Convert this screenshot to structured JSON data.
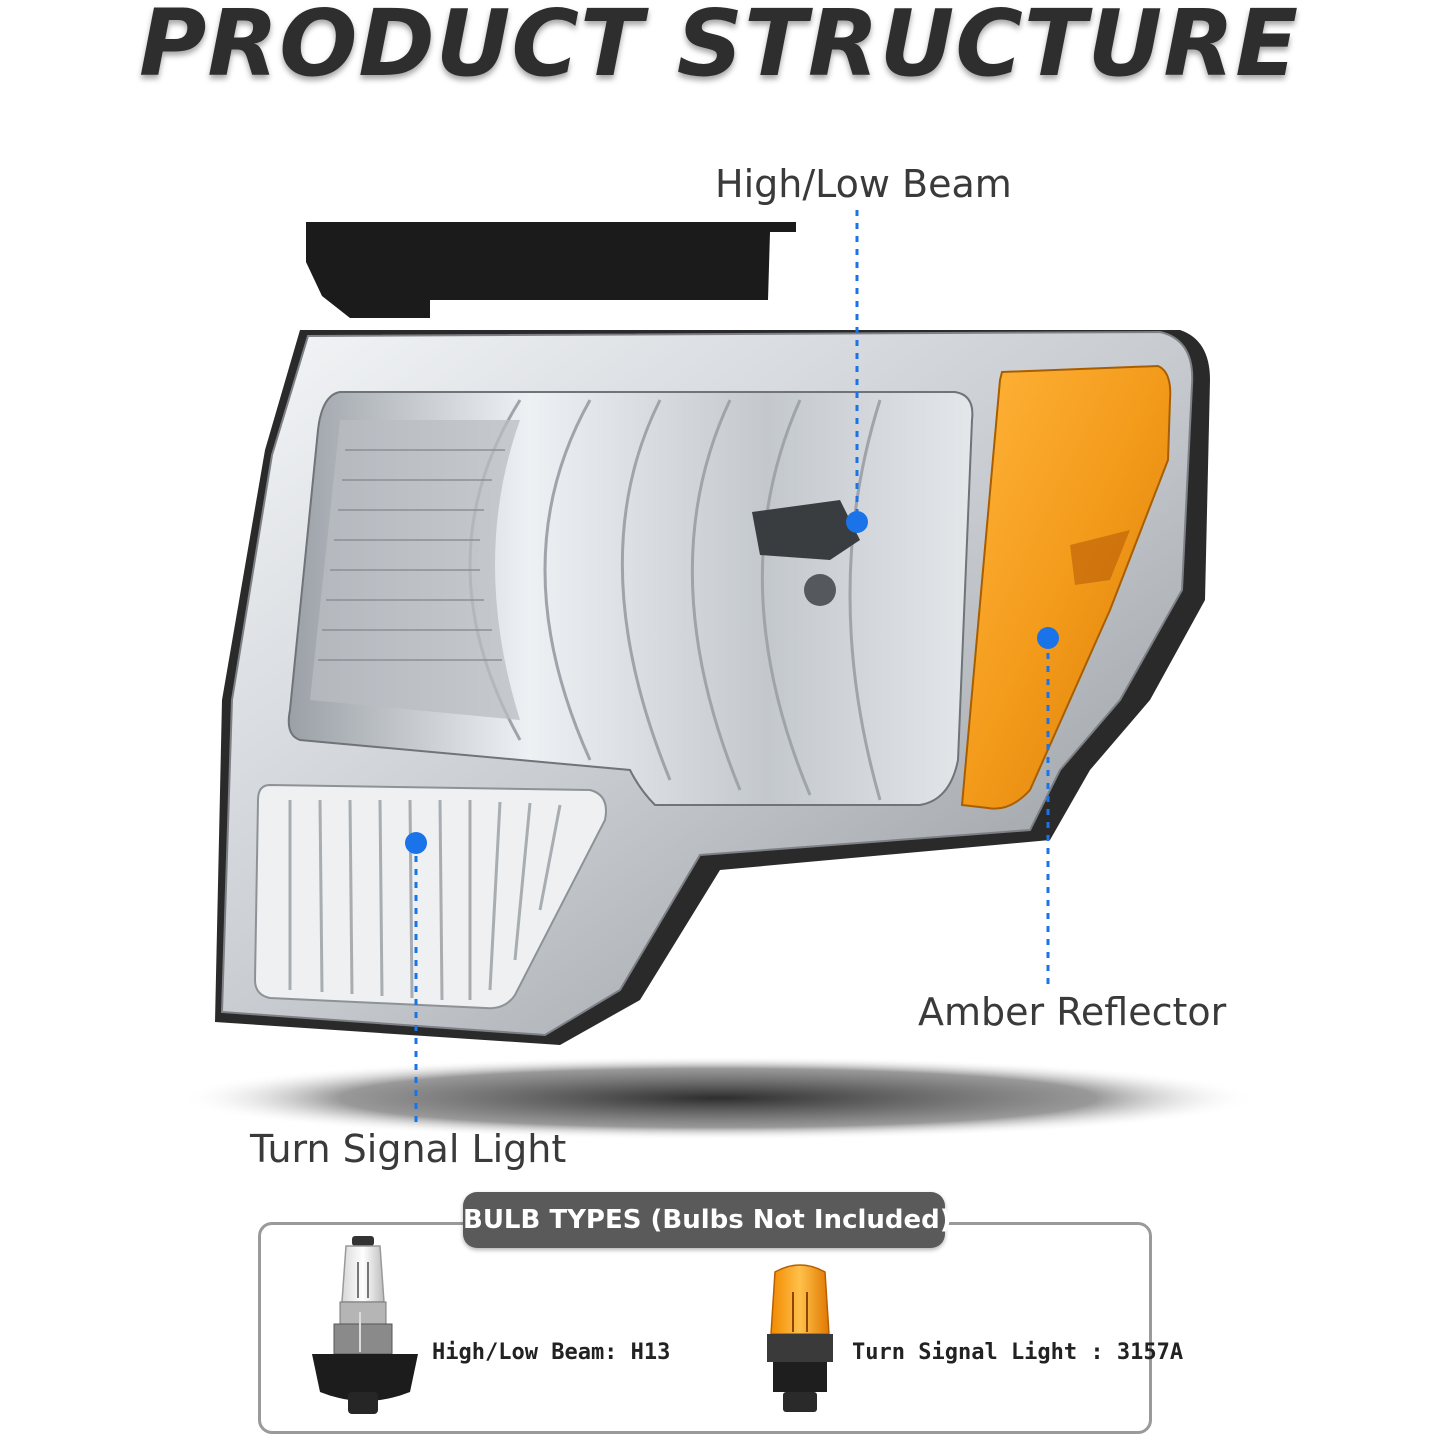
{
  "title": "PRODUCT STRUCTURE",
  "callouts": {
    "high_low_beam": "High/Low Beam",
    "amber_reflector": "Amber Reflector",
    "turn_signal": "Turn Signal Light"
  },
  "bulb_types": {
    "header": "BULB TYPES (Bulbs Not Included)",
    "items": [
      {
        "label": "High/Low Beam: H13",
        "icon": "halogen-bulb-icon"
      },
      {
        "label": "Turn Signal Light : 3157A",
        "icon": "amber-bulb-icon"
      }
    ]
  },
  "colors": {
    "accent_dot": "#1a73e8",
    "amber": "#f39a1a",
    "title": "#2e2e2e"
  }
}
